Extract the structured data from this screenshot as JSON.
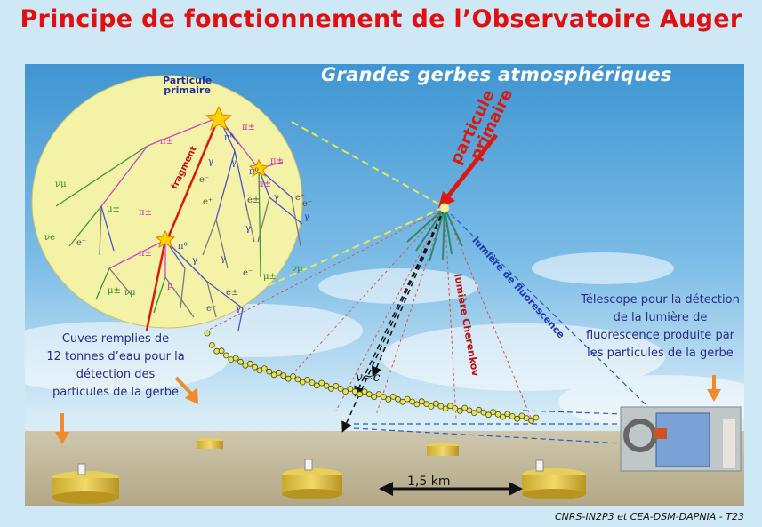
{
  "title": "Principe de fonctionnement de l’Observatoire Auger",
  "subtitle": "Grandes gerbes atmosphériques",
  "footer": "CNRS-IN2P3 et CEA-DSM-DAPNIA - T23",
  "inset": {
    "primary_label_line1": "Particule",
    "primary_label_line2": "primaire",
    "fragment": "fragment",
    "particles": {
      "pi_pm": "π±",
      "pi0": "π⁰",
      "gamma": "γ",
      "e_minus": "e⁻",
      "e_plus": "e⁺",
      "e_pm": "e±",
      "nu_mu": "νμ",
      "nu_e": "νe",
      "mu_pm": "μ±",
      "p": "p"
    }
  },
  "shower": {
    "primary_line1": "particule",
    "primary_line2": "primaire",
    "fluorescence": "lumière de fluorescence",
    "cherenkov": "lumière Cherenkov",
    "speed": "v≈c"
  },
  "annotations": {
    "tanks": [
      "Cuves remplies de",
      "12 tonnes d’eau pour la",
      "détection des",
      "particules de la gerbe"
    ],
    "telescope": [
      "Télescope pour la détection",
      "de la lumière de",
      "fluorescence produite par",
      "les particules de la gerbe"
    ]
  },
  "distance": "1,5 km",
  "colors": {
    "title": "#e01010",
    "annotation_text": "#2a2a8a",
    "arrow_orange": "#f08a2a",
    "inset_fill": "#f3f2a6",
    "primary_arrow": "#d81a10"
  }
}
